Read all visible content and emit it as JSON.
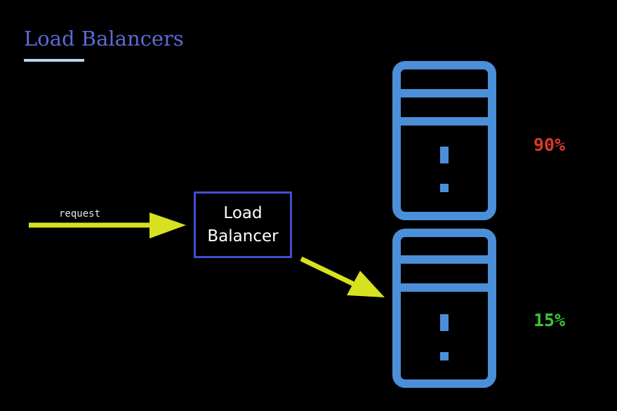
{
  "title": "Load Balancers",
  "request_label": "request",
  "load_balancer_label": "Load\nBalancer",
  "servers": [
    {
      "load": "90%",
      "color": "#d93a2b"
    },
    {
      "load": "15%",
      "color": "#3fc23a"
    }
  ],
  "colors": {
    "background": "#000000",
    "title": "#5b6bd6",
    "underline": "#b9d6ee",
    "box_border": "#4150cf",
    "arrow": "#d6e21f",
    "server": "#4a8fd8"
  }
}
